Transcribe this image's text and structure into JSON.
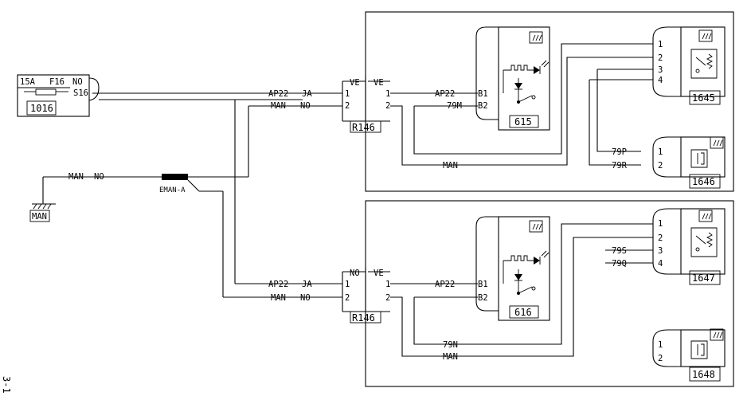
{
  "page_side_label": "3-1",
  "fuse": {
    "rating": "15A",
    "id": "F16",
    "ref": "1016",
    "out_color": "NO",
    "out_code": "S16"
  },
  "ground": {
    "label": "MAN",
    "wire_label": "MAN",
    "wire_color": "NO"
  },
  "splice": {
    "label": "EMAN-A"
  },
  "wires": {
    "ap22": "AP22",
    "ja": "JA",
    "man": "MAN",
    "no": "NO",
    "w79m": "79M",
    "w79p": "79P",
    "w79r": "79R",
    "w79s": "79S",
    "w79q": "79Q",
    "w79n": "79N"
  },
  "connectors": {
    "top": {
      "ref": "R146",
      "left_color": "VE",
      "right_color": "VE",
      "pin1": "1",
      "pin2": "2"
    },
    "bottom": {
      "ref": "R146",
      "left_color": "NO",
      "right_color": "VE",
      "pin1": "1",
      "pin2": "2"
    }
  },
  "seat_switches": [
    {
      "ref": "615",
      "pin_b1": "B1",
      "pin_b2": "B2"
    },
    {
      "ref": "616",
      "pin_b1": "B1",
      "pin_b2": "B2"
    }
  ],
  "heaters": [
    {
      "ref": "1645",
      "pins": [
        "1",
        "2",
        "3",
        "4"
      ]
    },
    {
      "ref": "1646",
      "pins": [
        "1",
        "2"
      ]
    },
    {
      "ref": "1647",
      "pins": [
        "1",
        "2",
        "3",
        "4"
      ]
    },
    {
      "ref": "1648",
      "pins": [
        "1",
        "2"
      ]
    }
  ],
  "icon": "seat-heater-icon"
}
